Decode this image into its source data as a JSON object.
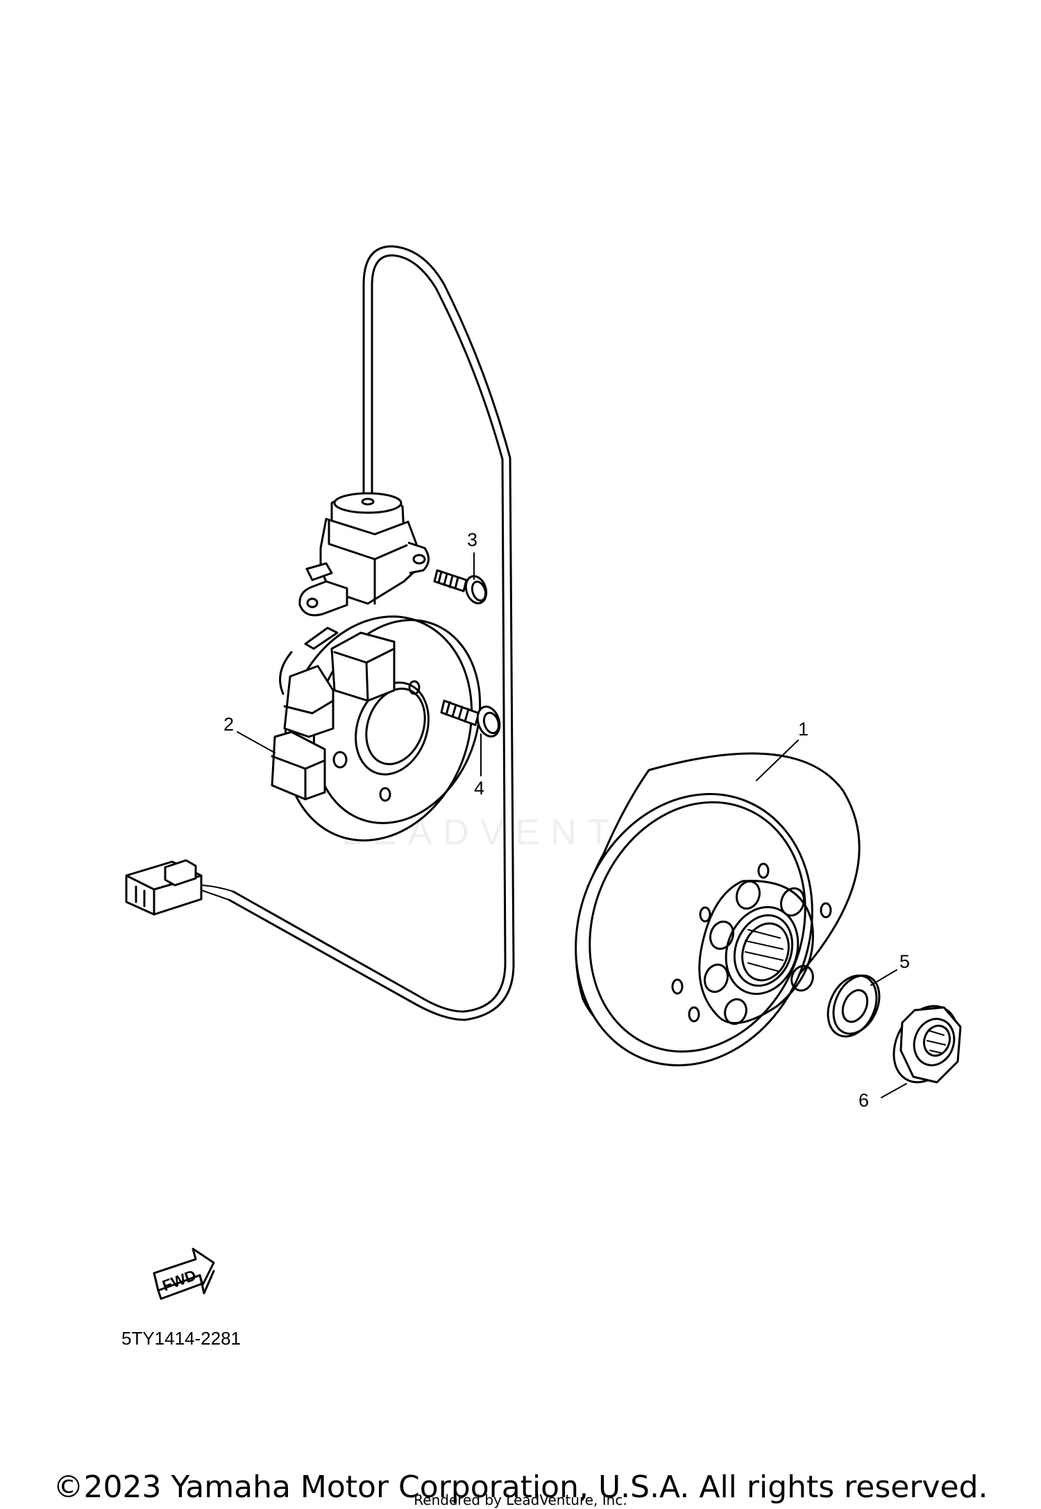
{
  "callouts": [
    {
      "id": "1",
      "label": "1"
    },
    {
      "id": "2",
      "label": "2"
    },
    {
      "id": "3",
      "label": "3"
    },
    {
      "id": "4",
      "label": "4"
    },
    {
      "id": "5",
      "label": "5"
    },
    {
      "id": "6",
      "label": "6"
    }
  ],
  "fwd_indicator": {
    "label": "FWD"
  },
  "drawing_code": "5TY1414-2281",
  "watermark": "LEADVENTURE",
  "footer": {
    "copyright": "©2023 Yamaha Motor Corporation, U.S.A. All rights reserved.",
    "rendered_by": "Rendered by LeadVenture, Inc."
  }
}
